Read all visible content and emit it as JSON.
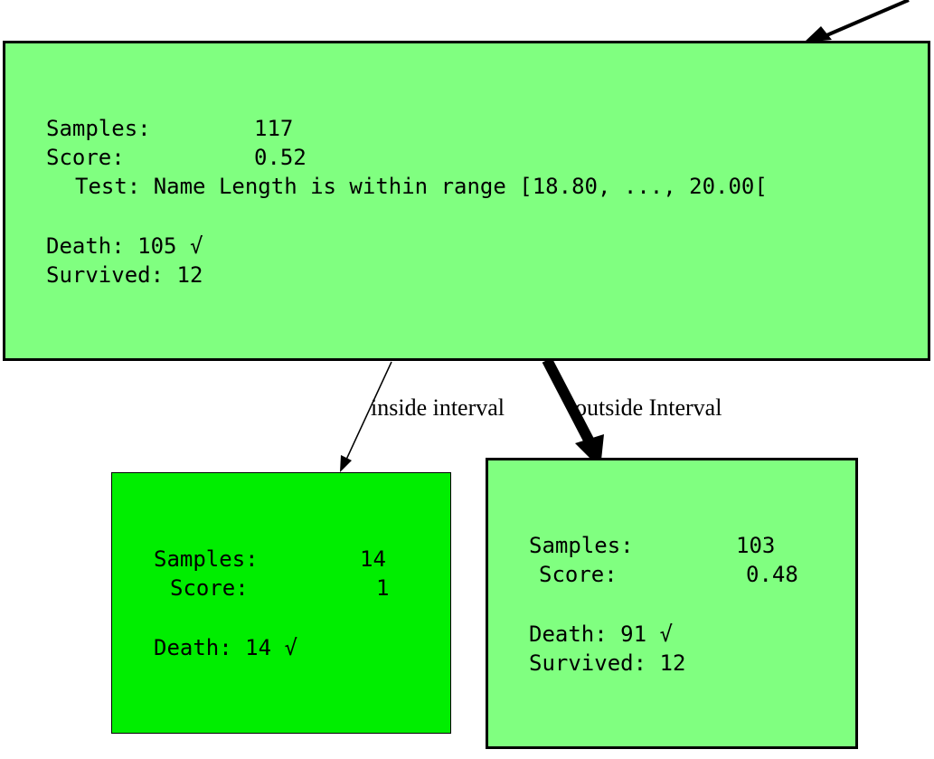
{
  "colors": {
    "node_fill": "#80ff80",
    "leaf_pure_fill": "#00ee00",
    "stroke": "#000000",
    "background": "#ffffff"
  },
  "root": {
    "samples_label": "Samples:",
    "samples_value": "117",
    "score_label": "Score:",
    "score_value": "0.52",
    "test": "Test: Name Length is within range [18.80, ..., 20.00[",
    "death": "Death: 105 √",
    "survived": "Survived: 12"
  },
  "left_child": {
    "edge_label": "inside interval",
    "samples_label": "Samples:",
    "samples_value": "14",
    "score_label": "Score:",
    "score_value": "1",
    "death": "Death: 14 √"
  },
  "right_child": {
    "edge_label": "outside Interval",
    "samples_label": "Samples:",
    "samples_value": "103",
    "score_label": "Score:",
    "score_value": "0.48",
    "death": "Death: 91 √",
    "survived": "Survived: 12"
  }
}
